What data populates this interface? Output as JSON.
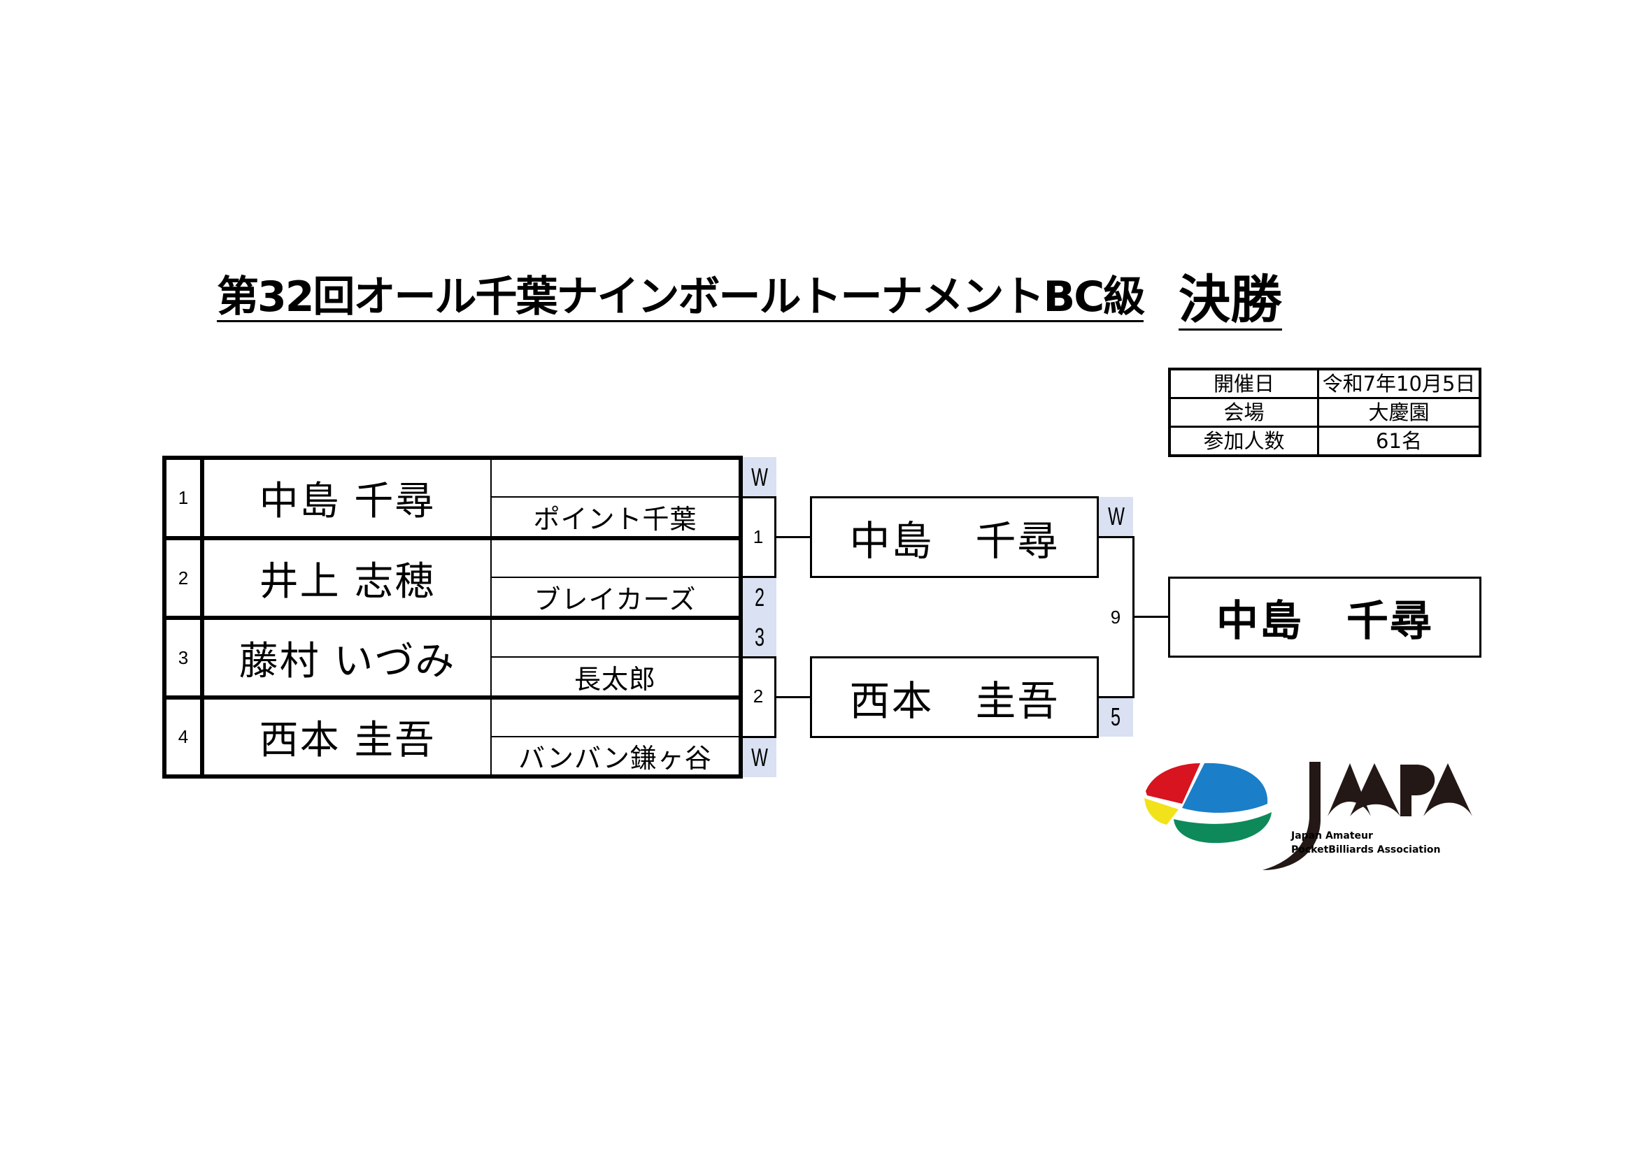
{
  "header": {
    "title": "第32回オール千葉ナインボールトーナメントBC級",
    "round": "決勝"
  },
  "info": [
    {
      "label": "開催日",
      "value": "令和7年10月5日"
    },
    {
      "label": "会場",
      "value": "大慶園"
    },
    {
      "label": "参加人数",
      "value": "61名"
    }
  ],
  "players": [
    {
      "seed": "1",
      "name": "中島 千尋",
      "club": "ポイント千葉",
      "score": "W"
    },
    {
      "seed": "2",
      "name": "井上 志穂",
      "club": "ブレイカーズ",
      "score": "2"
    },
    {
      "seed": "3",
      "name": "藤村 いづみ",
      "club": "長太郎",
      "score": "3"
    },
    {
      "seed": "4",
      "name": "西本 圭吾",
      "club": "バンバン鎌ヶ谷",
      "score": "W"
    }
  ],
  "semis": [
    {
      "table": "1",
      "name": "中島　千尋",
      "score": "W"
    },
    {
      "table": "2",
      "name": "西本　圭吾",
      "score": "5"
    }
  ],
  "final": {
    "table": "9",
    "winner": "中島　千尋"
  },
  "logo": {
    "mark": "JAPA",
    "line1": "Japan Amateur",
    "line2": "PocketBilliards Association"
  },
  "colors": {
    "score_bg": "#d9e1f2",
    "logo_red": "#d7141f",
    "logo_blue": "#1a7fc8",
    "logo_yellow": "#f2e21a",
    "logo_green": "#0e8a5a"
  }
}
